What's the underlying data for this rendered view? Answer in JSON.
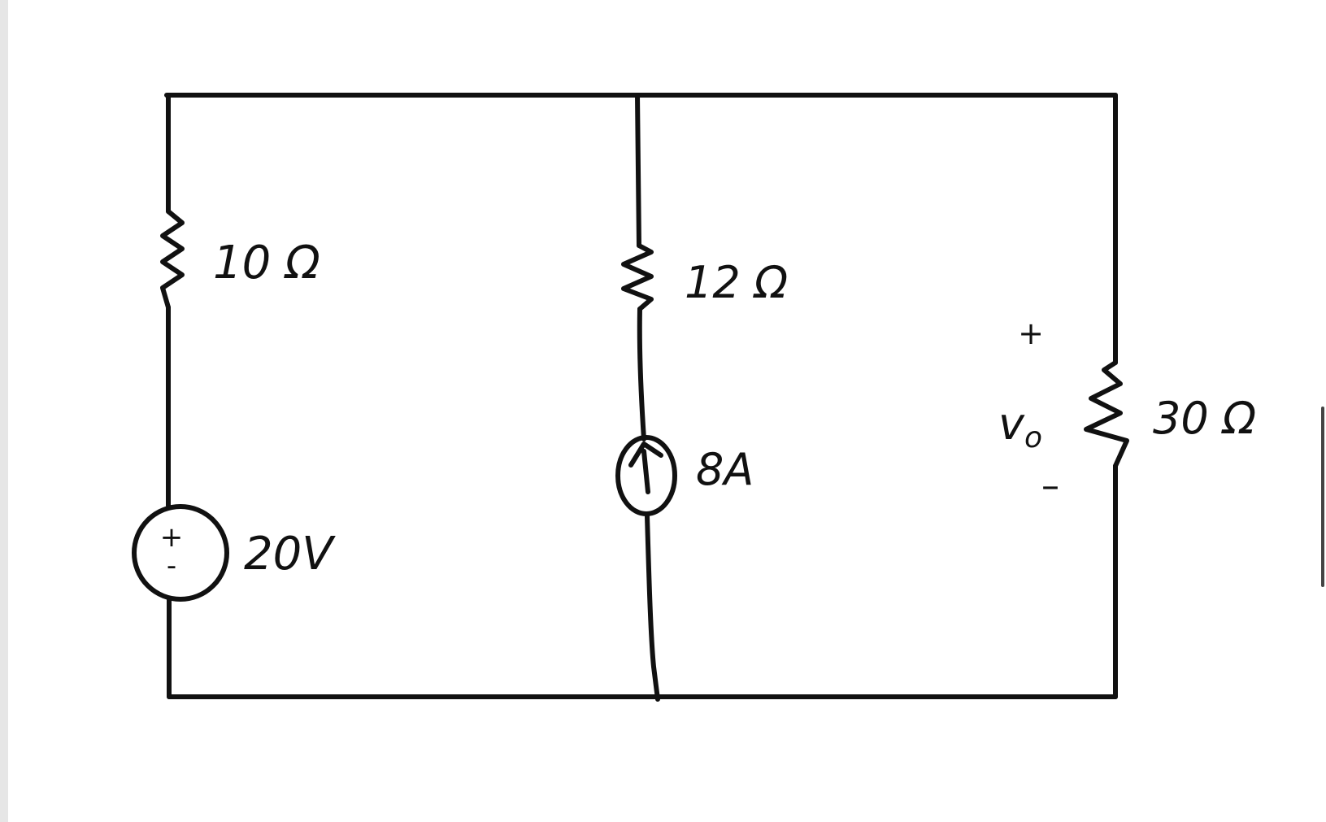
{
  "colors": {
    "ink": "#111111",
    "background": "#ffffff",
    "scrollbar": "#444444"
  },
  "circuit": {
    "components": [
      {
        "id": "r1",
        "type": "resistor",
        "label": "10 Ω"
      },
      {
        "id": "r2",
        "type": "resistor",
        "label": "12 Ω"
      },
      {
        "id": "r3",
        "type": "resistor",
        "label": "30 Ω"
      },
      {
        "id": "v1",
        "type": "voltage-source",
        "label": "20V",
        "plus": "+",
        "minus": "-"
      },
      {
        "id": "i1",
        "type": "current-source",
        "label": "8A",
        "direction": "up"
      }
    ],
    "vo": {
      "label": "v",
      "subscript": "o",
      "plus": "+",
      "minus": "–"
    }
  }
}
